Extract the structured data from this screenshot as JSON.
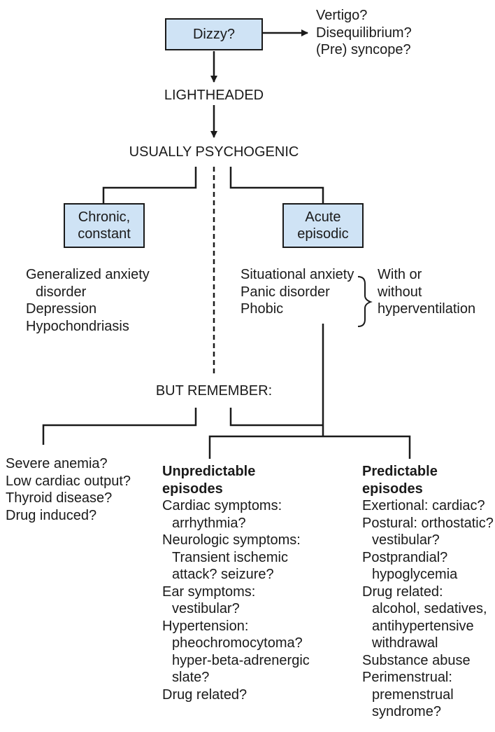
{
  "nodes": {
    "dizzy": "Dizzy?",
    "dizzy_alternatives": [
      "Vertigo?",
      "Disequilibrium?",
      "(Pre) syncope?"
    ],
    "lightheaded": "LIGHTHEADED",
    "psychogenic": "USUALLY PSYCHOGENIC",
    "chronic": "Chronic,\nconstant",
    "acute": "Acute\nepisodic",
    "but_remember": "BUT REMEMBER:"
  },
  "chronic_causes": [
    {
      "text": "Generalized anxiety",
      "indent": false
    },
    {
      "text": "disorder",
      "indent": true
    },
    {
      "text": "Depression",
      "indent": false
    },
    {
      "text": "Hypochondriasis",
      "indent": false
    }
  ],
  "acute_causes": [
    "Situational anxiety",
    "Panic disorder",
    "Phobic"
  ],
  "hyperventilation_note": [
    "With or",
    "without",
    "hyperventilation"
  ],
  "organic_causes": [
    "Severe anemia?",
    "Low cardiac output?",
    "Thyroid disease?",
    "Drug induced?"
  ],
  "unpredictable": {
    "title": [
      "Unpredictable",
      "episodes"
    ],
    "items": [
      {
        "text": "Cardiac symptoms:",
        "indent": false
      },
      {
        "text": "arrhythmia?",
        "indent": true
      },
      {
        "text": "Neurologic symptoms:",
        "indent": false
      },
      {
        "text": "Transient ischemic",
        "indent": true
      },
      {
        "text": "attack? seizure?",
        "indent": true
      },
      {
        "text": "Ear symptoms:",
        "indent": false
      },
      {
        "text": "vestibular?",
        "indent": true
      },
      {
        "text": "Hypertension:",
        "indent": false
      },
      {
        "text": "pheochromocytoma?",
        "indent": true
      },
      {
        "text": "hyper-beta-adrenergic",
        "indent": true
      },
      {
        "text": "slate?",
        "indent": true
      },
      {
        "text": "Drug related?",
        "indent": false
      }
    ]
  },
  "predictable": {
    "title": [
      "Predictable",
      "episodes"
    ],
    "items": [
      {
        "text": "Exertional: cardiac?",
        "indent": false
      },
      {
        "text": "Postural: orthostatic?",
        "indent": false
      },
      {
        "text": "vestibular?",
        "indent": true
      },
      {
        "text": "Postprandial?",
        "indent": false
      },
      {
        "text": "hypoglycemia",
        "indent": true
      },
      {
        "text": "Drug related:",
        "indent": false
      },
      {
        "text": "alcohol, sedatives,",
        "indent": true
      },
      {
        "text": "antihypertensive",
        "indent": true
      },
      {
        "text": "withdrawal",
        "indent": true
      },
      {
        "text": "Substance abuse",
        "indent": false
      },
      {
        "text": "Perimenstrual:",
        "indent": false
      },
      {
        "text": "premenstrual",
        "indent": true
      },
      {
        "text": "syndrome?",
        "indent": true
      }
    ]
  }
}
